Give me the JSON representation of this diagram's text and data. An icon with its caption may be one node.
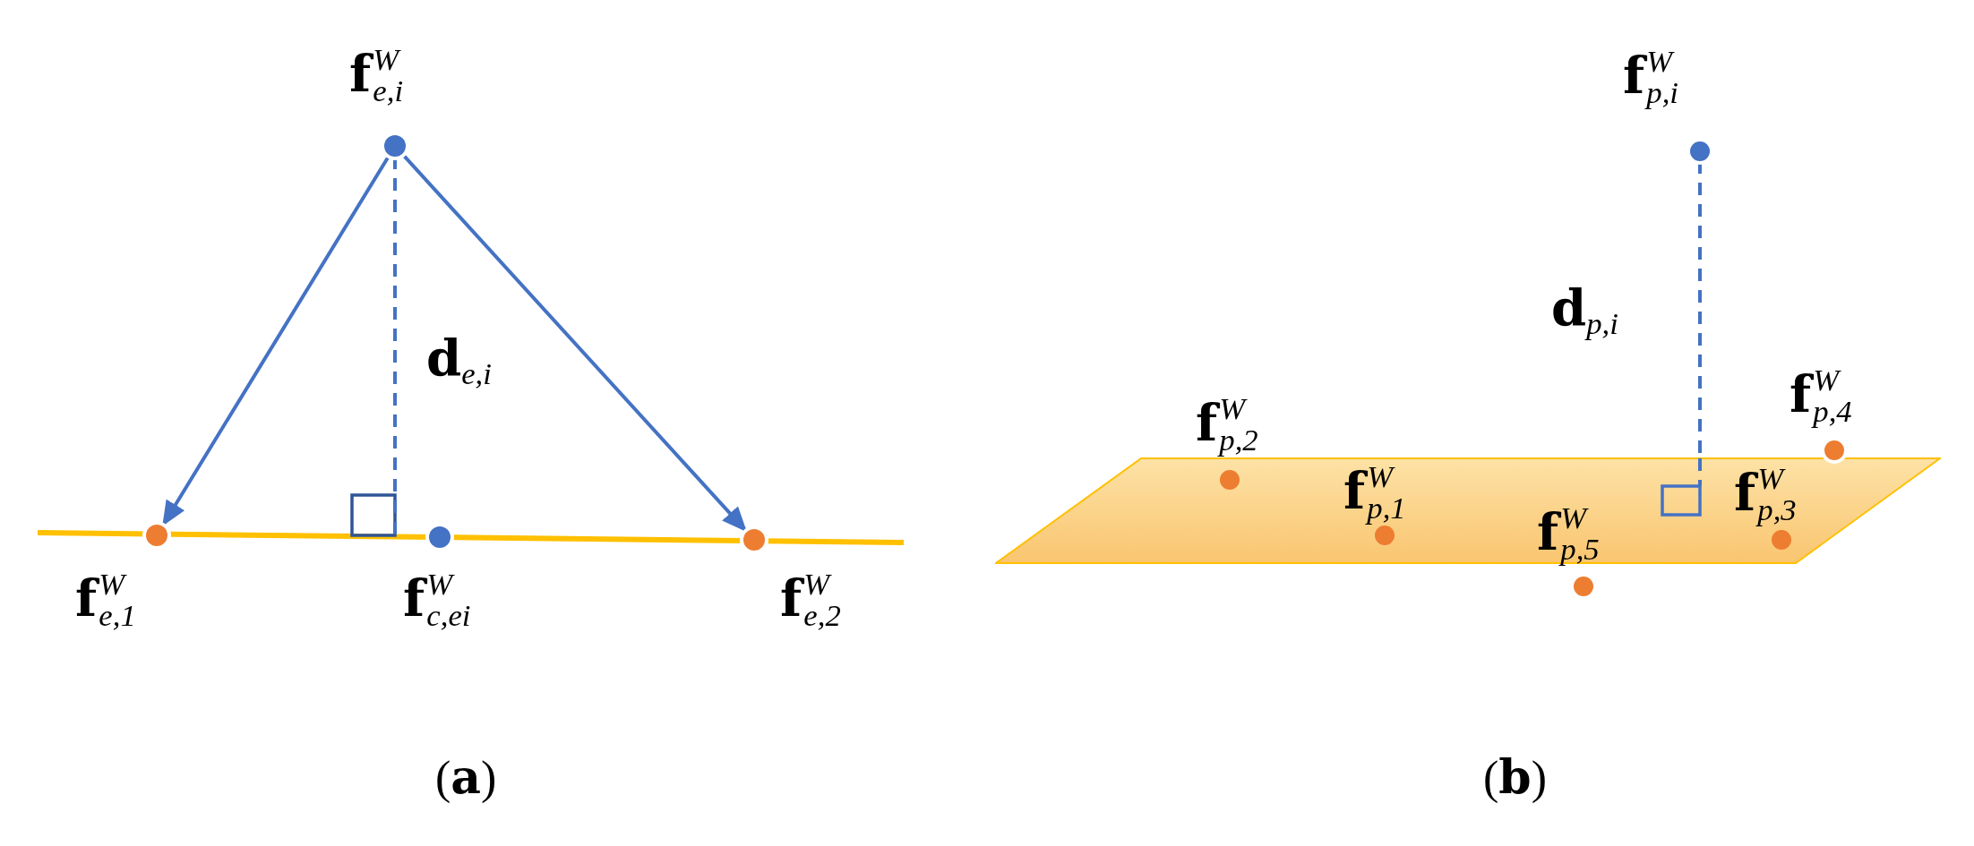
{
  "diagram": {
    "nodes": [
      {
        "text": [],
        "shape": "circle",
        "beside": [
          "**f**$^{W}$$_{e,i}$"
        ]
      },
      {
        "text": [],
        "shape": "line"
      },
      {
        "text": [],
        "shape": "circle",
        "beside": [
          "**f**$^{W}$$_{e,1}$"
        ]
      },
      {
        "text": [],
        "shape": "circle",
        "beside": [
          "**f**$^{W}$$_{c,ei}$"
        ]
      },
      {
        "text": [],
        "shape": "circle",
        "beside": [
          "**f**$^{W}$$_{e,2}$"
        ]
      },
      {
        "text": [],
        "shape": "circle",
        "beside": [
          "**f**$^{W}$$_{p,i}$"
        ]
      },
      {
        "text": [],
        "shape": "parallelogram"
      },
      {
        "text": [],
        "shape": "circle",
        "in": 6,
        "beside": [
          "**f**$^{W}$$_{p,2}$"
        ]
      },
      {
        "text": [],
        "shape": "circle",
        "in": 6,
        "beside": [
          "**f**$^{W}$$_{p,1}$"
        ]
      },
      {
        "text": [],
        "shape": "circle",
        "beside": [
          "**f**$^{W}$$_{p,4}$"
        ]
      },
      {
        "text": [],
        "shape": "circle",
        "in": 6,
        "beside": [
          "**f**$^{W}$$_{p,3}$"
        ]
      },
      {
        "text": [],
        "shape": "circle",
        "beside": [
          "**f**$^{W}$$_{p,5}$"
        ]
      }
    ],
    "edges": [
      {
        "from": 0,
        "to": 2,
        "arrow": "to"
      },
      {
        "from": 0,
        "to": 4,
        "arrow": "to"
      },
      {
        "from": 0,
        "to": 1,
        "arrow": "none",
        "style": "dashed",
        "label": "**d**$_{e,i}$"
      },
      {
        "from": 5,
        "to": 6,
        "arrow": "none",
        "style": "dashed",
        "label": "**d**$_{p,i}$"
      }
    ],
    "labels": [
      "(**a**)",
      "(**b**)"
    ]
  }
}
